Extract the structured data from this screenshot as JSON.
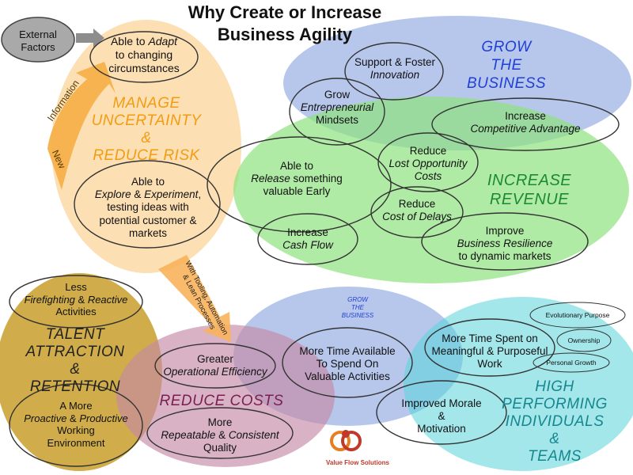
{
  "title": {
    "line1": "Why Create or Increase",
    "line2": "Business Agility"
  },
  "external_factors": {
    "line1": "External",
    "line2": "Factors"
  },
  "adapt": {
    "line1": "Able to",
    "line1_em": "Adapt",
    "line2": "to changing",
    "line3": "circumstances"
  },
  "arrow_information": "Information",
  "arrow_new": "New",
  "manage": {
    "line1": "MANAGE",
    "line2": "UNCERTAINTY",
    "line3": "&",
    "line4": "REDUCE RISK",
    "color": "#f39c12"
  },
  "explore": {
    "line1": "Able to",
    "line2_em1": "Explore",
    "line2_amp": " & ",
    "line2_em2": "Experiment",
    "line2_end": ",",
    "line3": "testing ideas with",
    "line4": "potential customer &",
    "line5": "markets"
  },
  "grow_business": {
    "line1": "GROW",
    "line2": "THE",
    "line3": "BUSINESS",
    "color": "#1f3fd6"
  },
  "innovation": {
    "line1": "Support & Foster",
    "line2": "Innovation"
  },
  "entrepreneurial": {
    "line1": "Grow",
    "line2": "Entrepreneurial",
    "line3": "Mindsets"
  },
  "competitive": {
    "line1": "Increase",
    "line2": "Competitive Advantage"
  },
  "lost_opportunity": {
    "line1": "Reduce",
    "line2": "Lost Opportunity",
    "line3": "Costs"
  },
  "release": {
    "line1": "Able to",
    "line2_em": "Release",
    "line2_end": " something",
    "line3": "valuable Early"
  },
  "increase_revenue": {
    "line1": "INCREASE",
    "line2": "REVENUE",
    "color": "#1b8a2f"
  },
  "cost_delays": {
    "line1": "Reduce",
    "line2": "Cost of Delays"
  },
  "cash_flow": {
    "line1": "Increase",
    "line2": "Cash Flow"
  },
  "resilience": {
    "line1": "Improve",
    "line2": "Business Resilience",
    "line3": "to dynamic markets"
  },
  "tooling_arrow": {
    "line1": "With Tooling, Automation",
    "line2": "& Lean Processes"
  },
  "firefighting": {
    "line1": "Less",
    "line2_em1": "Firefighting",
    "line2_amp": " & ",
    "line2_em2": "Reactive",
    "line3": "Activities"
  },
  "talent": {
    "line1": "TALENT",
    "line2": "ATTRACTION",
    "line3": "&",
    "line4": "RETENTION"
  },
  "proactive": {
    "line1": "A More",
    "line2_em1": "Proactive",
    "line2_amp": " & ",
    "line2_em2": "Productive",
    "line3": "Working",
    "line4": "Environment"
  },
  "grow_business_small": {
    "line1": "GROW",
    "line2": "THE",
    "line3": "BUSINESS"
  },
  "more_time": {
    "line1": "More Time Available",
    "line2": "To Spend On",
    "line3": "Valuable Activities"
  },
  "meaningful": {
    "line1": "More Time Spent on",
    "line2": "Meaningful & Purposeful",
    "line3": "Work"
  },
  "evolutionary": "Evolutionary Purpose",
  "ownership": "Ownership",
  "personal_growth": "Personal Growth",
  "operational": {
    "line1": "Greater",
    "line2": "Operational Efficiency"
  },
  "reduce_costs": {
    "label": "REDUCE COSTS",
    "color": "#7a1f4f"
  },
  "morale": {
    "line1": "Improved Morale",
    "line2": "&",
    "line3": "Motivation"
  },
  "high_performing": {
    "line1": "HIGH",
    "line2": "PERFORMING",
    "line3": "INDIVIDUALS",
    "line4": "&",
    "line5": "TEAMS",
    "color": "#16878f"
  },
  "repeatable": {
    "line1": "More",
    "line2_em1": "Repeatable",
    "line2_amp": " & ",
    "line2_em2": "Consistent",
    "line3": "Quality"
  },
  "logo": {
    "text": "Value Flow Solutions"
  }
}
